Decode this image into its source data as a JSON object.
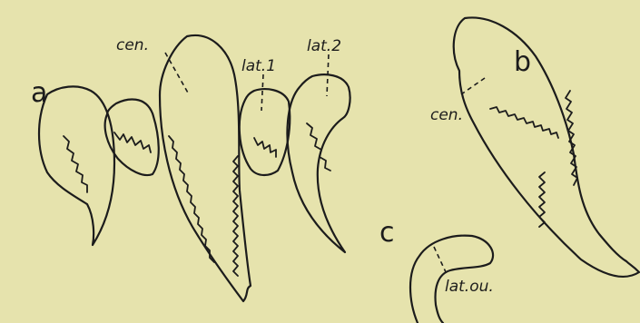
{
  "panels": {
    "a": {
      "letter": "a",
      "labels": {
        "cen": "cen.",
        "lat1": "lat.1",
        "lat2": "lat.2"
      }
    },
    "b": {
      "letter": "b",
      "labels": {
        "cen": "cen."
      }
    },
    "c": {
      "letter": "c",
      "labels": {
        "lat_ou": "lat.ou."
      }
    }
  },
  "colors": {
    "background": "#e6e3ad",
    "ink": "#1c1c1c"
  }
}
